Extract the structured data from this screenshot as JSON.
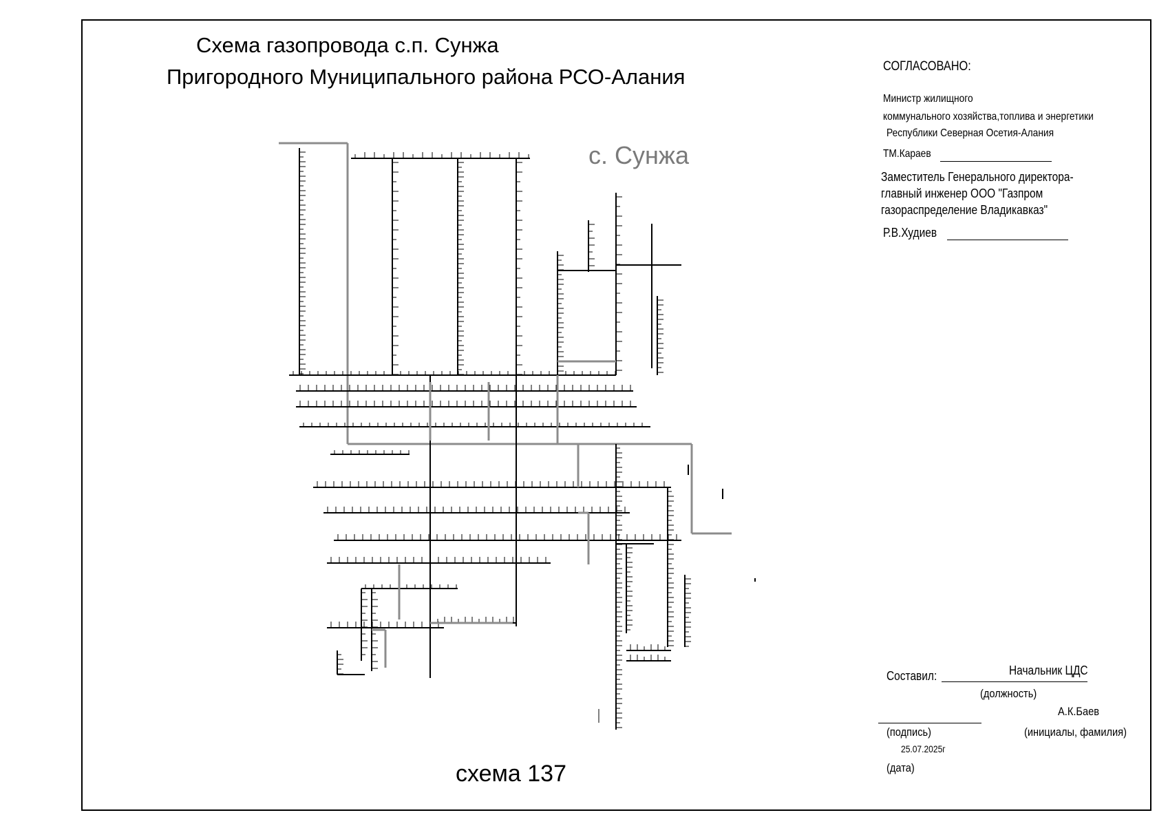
{
  "title": {
    "line1": "Схема газопровода с.п. Сунжа",
    "line2": "Пригородного  Муниципального района РСО-Алания"
  },
  "village_label": "с. Сунжа",
  "scheme_number": "схема 137",
  "approval": {
    "heading": "СОГЛАСОВАНО:",
    "minister_line1": "Министр жилищного",
    "minister_line2": "коммунального  хозяйства,топлива и энергетики",
    "minister_line3": "Республики Северная Осетия-Алания",
    "minister_name": "ТМ.Караев",
    "deputy_line1": "Заместитель Генерального директора-",
    "deputy_line2": "главный инженер  ООО \"Газпром",
    "deputy_line3": "газораспределение Владикавказ\"",
    "deputy_name": "Р.В.Худиев"
  },
  "compiled": {
    "label": "Составил:",
    "position_value": "Начальник ЦДС",
    "position_caption": "(должность)",
    "name_value": "А.К.Баев",
    "signature_caption": "(подпись)",
    "name_caption": "(инициалы, фамилия)",
    "date_value": "25.07.2025г",
    "date_caption": "(дата)"
  },
  "colors": {
    "pipe_main": "#000000",
    "pipe_high": "#8c8c8c",
    "village_label": "#7a7a7a"
  }
}
